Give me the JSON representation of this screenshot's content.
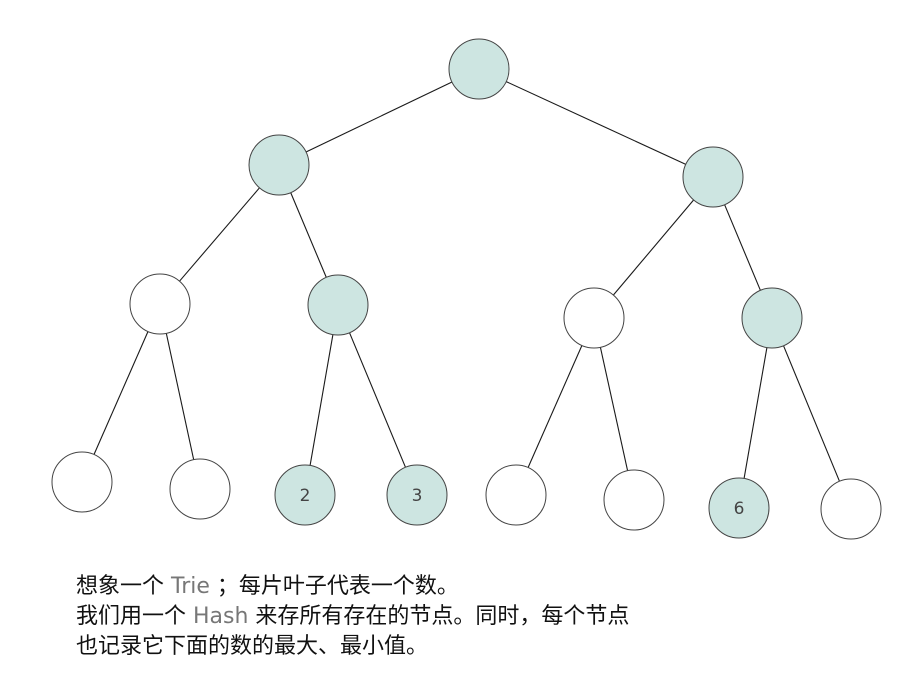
{
  "colors": {
    "highlight": "#cde5e1",
    "plain": "#ffffff",
    "stroke": "#444444",
    "edge": "#1a1a1a",
    "term_text": "#777777"
  },
  "tree": {
    "nodes": [
      {
        "id": "n0",
        "highlight": true,
        "label": ""
      },
      {
        "id": "n1",
        "highlight": true,
        "label": ""
      },
      {
        "id": "n2",
        "highlight": true,
        "label": ""
      },
      {
        "id": "n3",
        "highlight": false,
        "label": ""
      },
      {
        "id": "n4",
        "highlight": true,
        "label": ""
      },
      {
        "id": "n5",
        "highlight": false,
        "label": ""
      },
      {
        "id": "n6",
        "highlight": true,
        "label": ""
      },
      {
        "id": "n7",
        "highlight": false,
        "label": ""
      },
      {
        "id": "n8",
        "highlight": false,
        "label": ""
      },
      {
        "id": "n9",
        "highlight": true,
        "label": "2"
      },
      {
        "id": "n10",
        "highlight": true,
        "label": "3"
      },
      {
        "id": "n11",
        "highlight": false,
        "label": ""
      },
      {
        "id": "n12",
        "highlight": false,
        "label": ""
      },
      {
        "id": "n13",
        "highlight": true,
        "label": "6"
      },
      {
        "id": "n14",
        "highlight": false,
        "label": ""
      }
    ],
    "edges": [
      [
        "n0",
        "n1"
      ],
      [
        "n0",
        "n2"
      ],
      [
        "n1",
        "n3"
      ],
      [
        "n1",
        "n4"
      ],
      [
        "n2",
        "n5"
      ],
      [
        "n2",
        "n6"
      ],
      [
        "n3",
        "n7"
      ],
      [
        "n3",
        "n8"
      ],
      [
        "n4",
        "n9"
      ],
      [
        "n4",
        "n10"
      ],
      [
        "n5",
        "n11"
      ],
      [
        "n5",
        "n12"
      ],
      [
        "n6",
        "n13"
      ],
      [
        "n6",
        "n14"
      ]
    ]
  },
  "caption": {
    "line1": {
      "pre": "想象一个 ",
      "term": "Trie",
      "post": " ；每片叶子代表一个数。"
    },
    "line2": {
      "pre": "我们用一个 ",
      "term": "Hash",
      "post": " 来存所有存在的节点。同时，每个节点"
    },
    "line3": {
      "text": "也记录它下面的数的最大、最小值。"
    }
  }
}
